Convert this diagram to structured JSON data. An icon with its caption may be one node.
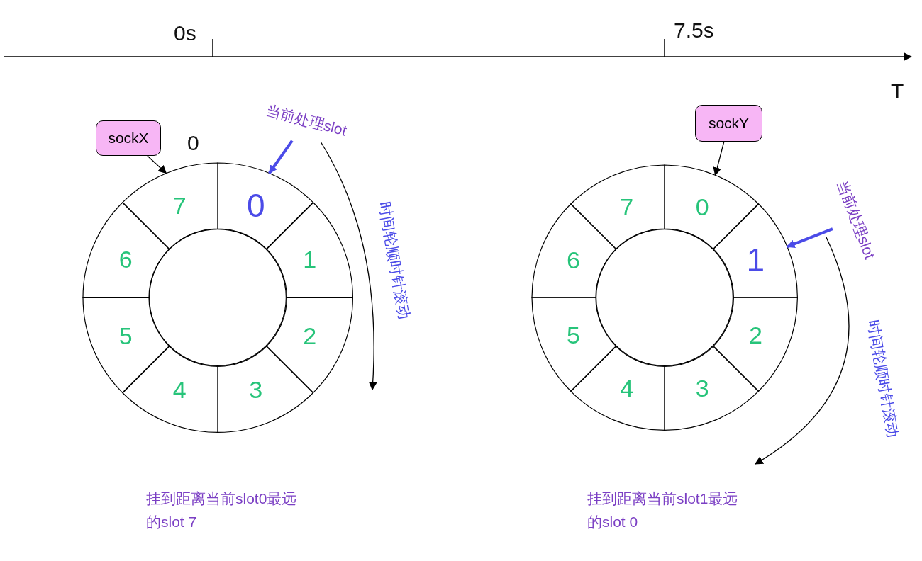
{
  "diagram": {
    "nodes": [
      {
        "text": [
          "sockX"
        ]
      },
      {
        "text": [
          "当前处理slot"
        ]
      },
      {
        "text": [
          "0"
        ]
      },
      {
        "text": [
          "1"
        ]
      },
      {
        "text": [
          "2"
        ]
      },
      {
        "text": [
          "3"
        ]
      },
      {
        "text": [
          "4"
        ]
      },
      {
        "text": [
          "5"
        ]
      },
      {
        "text": [
          "6"
        ]
      },
      {
        "text": [
          "7"
        ]
      },
      {
        "text": [
          "sockY"
        ]
      },
      {
        "text": [
          "当前处理slot"
        ]
      },
      {
        "text": [
          "0"
        ]
      },
      {
        "text": [
          "1"
        ]
      },
      {
        "text": [
          "2"
        ]
      },
      {
        "text": [
          "3"
        ]
      },
      {
        "text": [
          "4"
        ]
      },
      {
        "text": [
          "5"
        ]
      },
      {
        "text": [
          "6"
        ]
      },
      {
        "text": [
          "7"
        ]
      },
      {
        "text": [],
        "shape": "circle"
      },
      {
        "text": [],
        "shape": "circle"
      }
    ],
    "edges": [
      {
        "from": 0,
        "to": 9,
        "arrow": "to"
      },
      {
        "from": 1,
        "to": 2,
        "arrow": "to",
        "style": "thick",
        "color": "#4b4be8"
      },
      {
        "from": 10,
        "to": 12,
        "arrow": "to"
      },
      {
        "from": 11,
        "to": 13,
        "arrow": "to",
        "style": "thick",
        "color": "#4b4be8"
      }
    ],
    "labels": [
      "0s",
      "7.5s",
      "T",
      "0",
      "时间轮顺时针滚动",
      "时间轮顺时针滚动",
      "挂到距离当前slot0最远的slot 7",
      "挂到距离当前slot1最远的slot 0"
    ]
  }
}
